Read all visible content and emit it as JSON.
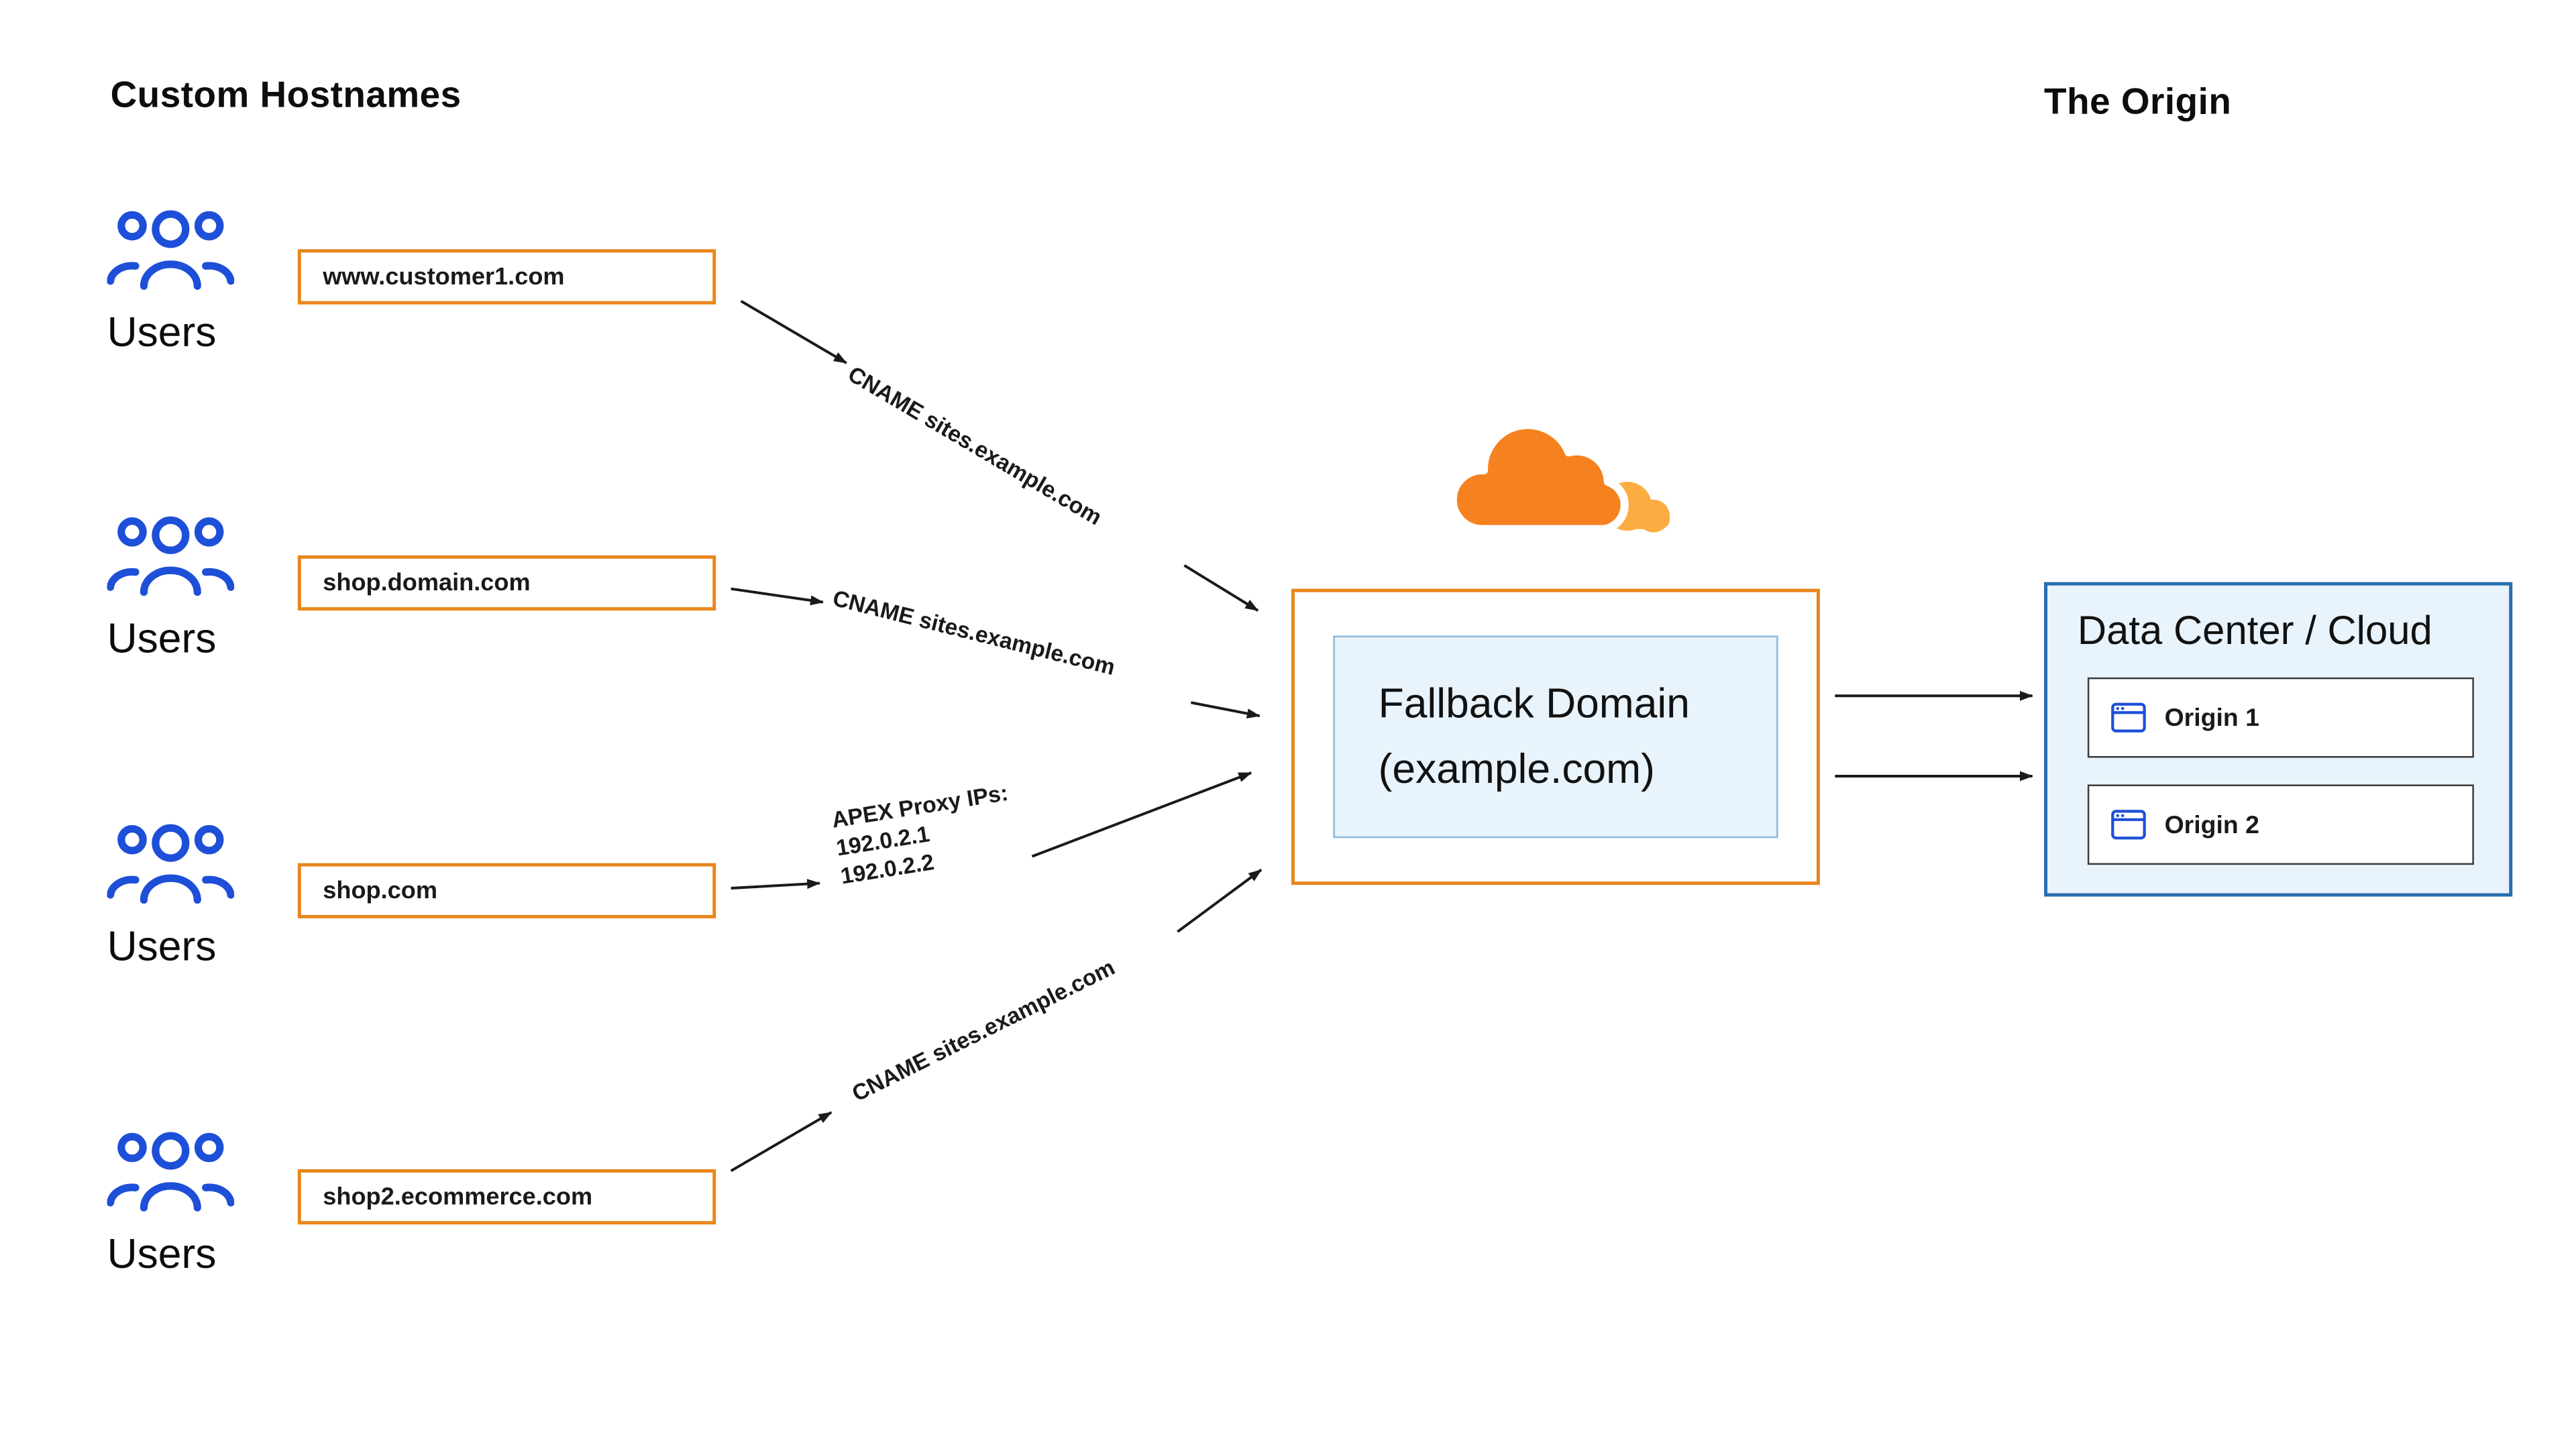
{
  "titles": {
    "left": "Custom Hostnames",
    "right": "The Origin"
  },
  "users_label": "Users",
  "hostnames": [
    {
      "domain": "www.customer1.com",
      "connector": "CNAME sites.example.com"
    },
    {
      "domain": "shop.domain.com",
      "connector": "CNAME sites.example.com"
    },
    {
      "domain": "shop.com",
      "connector_lines": [
        "APEX Proxy IPs:",
        "192.0.2.1",
        "192.0.2.2"
      ]
    },
    {
      "domain": "shop2.ecommerce.com",
      "connector": "CNAME sites.example.com"
    }
  ],
  "fallback": {
    "line1": "Fallback Domain",
    "line2": "(example.com)"
  },
  "origin": {
    "title": "Data Center / Cloud",
    "items": [
      {
        "label": "Origin 1"
      },
      {
        "label": "Origin 2"
      }
    ]
  },
  "icons": {
    "users": "users-group-icon",
    "cloud_logo": "cloudflare-cloud-icon",
    "origin_window": "browser-window-icon"
  },
  "colors": {
    "orange": "#F6821F",
    "orange_light": "#FBAD41",
    "blue": "#1E4FD8",
    "panel_blue_bg": "#E9F3FB",
    "panel_blue_border": "#2A6DB0",
    "text": "#111111"
  }
}
